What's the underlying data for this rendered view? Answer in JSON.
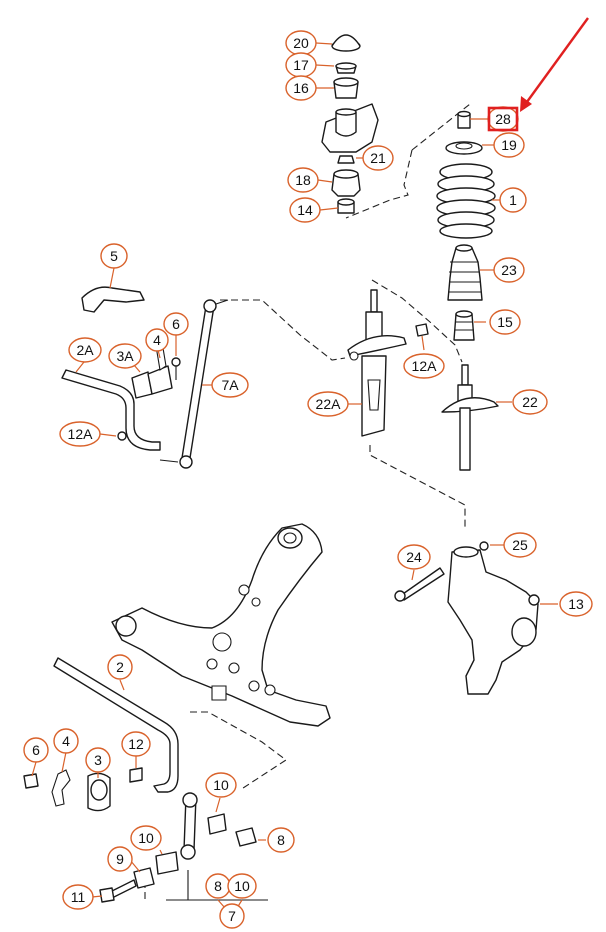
{
  "highlight": {
    "target_label": "28",
    "color": "#e02020"
  },
  "accent_color": "#d9622b",
  "callouts": [
    {
      "id": "c20",
      "label": "20"
    },
    {
      "id": "c17",
      "label": "17"
    },
    {
      "id": "c16",
      "label": "16"
    },
    {
      "id": "c28",
      "label": "28"
    },
    {
      "id": "c19",
      "label": "19"
    },
    {
      "id": "c21",
      "label": "21"
    },
    {
      "id": "c18",
      "label": "18"
    },
    {
      "id": "c1",
      "label": "1"
    },
    {
      "id": "c14",
      "label": "14"
    },
    {
      "id": "c5",
      "label": "5"
    },
    {
      "id": "c23",
      "label": "23"
    },
    {
      "id": "c6a",
      "label": "6"
    },
    {
      "id": "c15",
      "label": "15"
    },
    {
      "id": "c2a",
      "label": "2A"
    },
    {
      "id": "c4a",
      "label": "4"
    },
    {
      "id": "c3a",
      "label": "3A"
    },
    {
      "id": "c12a1",
      "label": "12A"
    },
    {
      "id": "c7a",
      "label": "7A"
    },
    {
      "id": "c22a",
      "label": "22A"
    },
    {
      "id": "c22",
      "label": "22"
    },
    {
      "id": "c12a2",
      "label": "12A"
    },
    {
      "id": "c25",
      "label": "25"
    },
    {
      "id": "c24",
      "label": "24"
    },
    {
      "id": "c13",
      "label": "13"
    },
    {
      "id": "c2",
      "label": "2"
    },
    {
      "id": "c6b",
      "label": "6"
    },
    {
      "id": "c4b",
      "label": "4"
    },
    {
      "id": "c3",
      "label": "3"
    },
    {
      "id": "c12",
      "label": "12"
    },
    {
      "id": "c10a",
      "label": "10"
    },
    {
      "id": "c10b",
      "label": "10"
    },
    {
      "id": "c8a",
      "label": "8"
    },
    {
      "id": "c9",
      "label": "9"
    },
    {
      "id": "c11",
      "label": "11"
    },
    {
      "id": "c8b",
      "label": "8"
    },
    {
      "id": "c10c",
      "label": "10"
    },
    {
      "id": "c7",
      "label": "7"
    }
  ]
}
